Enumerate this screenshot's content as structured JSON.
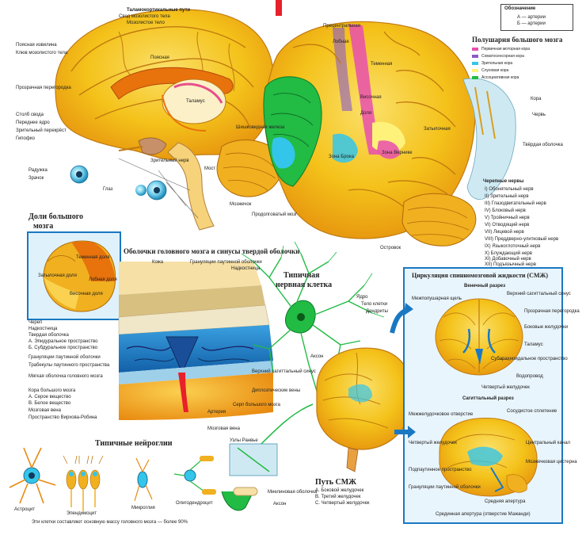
{
  "colors": {
    "brain_yellow": "#f4c21a",
    "brain_orange": "#f0a020",
    "frontal_pink": "#e84fae",
    "cyan": "#34c5ea",
    "green": "#22bb44",
    "panel_blue": "#1a78c2",
    "purple": "#8a5ac8"
  },
  "header": {
    "top_label": "Таламокортикальные пути",
    "legend_title": "Обозначение",
    "legend_a": "А — артерии",
    "legend_b": "Б — артерии"
  },
  "sagittal": {
    "labels": [
      "Свод мозолистого тела",
      "Мозолистое тело",
      "Поясная извилина",
      "Клюв мозолистого тела",
      "Поясная",
      "Прозрачная перегородка",
      "Столб свода",
      "Переднее ядро",
      "Зрительный перекрёст",
      "Гипофиз",
      "Радужка",
      "Зрачок",
      "Глаз",
      "Таламус",
      "Шишковидная железа",
      "Мозжечок",
      "Мост",
      "Продолговатый мозг",
      "Зрительный нерв"
    ]
  },
  "hemisphere": {
    "title": "Полушария большого мозга",
    "labels": [
      "Прецентральная",
      "Лобная",
      "Теменная",
      "Височная",
      "Затылочная",
      "Доля",
      "Зона Брока",
      "Зона Вернике",
      "Кора",
      "Червь",
      "Твёрдая оболочка",
      "Островок"
    ],
    "legend": [
      "Первичная моторная кора",
      "Соматосенсорная кора",
      "Зрительная кора",
      "Слуховая кора",
      "Ассоциативная кора"
    ]
  },
  "nerves": {
    "title": "Черепные нервы",
    "items": [
      "I) Обонятельный нерв",
      "II) Зрительный нерв",
      "III) Глазодвигательный нерв",
      "IV) Блоковый нерв",
      "V) Тройничный нерв",
      "VI) Отводящий нерв",
      "VII) Лицевой нерв",
      "VIII) Преддверно-улитковый нерв",
      "IX) Языкоглоточный нерв",
      "X) Блуждающий нерв",
      "XI) Добавочный нерв",
      "XII) Подъязычный нерв"
    ]
  },
  "lobes": {
    "title_line1": "Доли большого",
    "title_line2": "мозга",
    "labels": [
      "Теменная доля",
      "Лобная доля",
      "Затылочная доля",
      "Височная доля"
    ]
  },
  "meninges": {
    "title": "Оболочки головного мозга и синусы твердой оболочки",
    "left_labels": [
      "Череп",
      "Надкостница",
      "Твердая оболочка",
      "А. Эпидуральное пространство",
      "Б. Субдуральное пространство",
      "Грануляции паутинной оболочки",
      "Трабекулы паутинного пространства",
      "Мягкая оболочка головного мозга",
      "Кора большого мозга",
      "А. Серое вещество",
      "В. Белое вещество",
      "Мозговая вена",
      "Пространство Вирхова-Робина"
    ],
    "top_labels": [
      "Кожа",
      "Грануляции паутинной оболочки",
      "Надкостница"
    ],
    "inner_labels": [
      "Верхний сагиттальный синус",
      "Диплоэтические вены",
      "Артерия",
      "Серп большого мозга",
      "Мозговая вена"
    ]
  },
  "neuron_cell": {
    "title_line1": "Типичная",
    "title_line2": "нервная клетка",
    "labels": [
      "Ядро",
      "Тело клетки",
      "Дендриты",
      "Аксон",
      "Узлы Ранвье"
    ]
  },
  "neuroglia": {
    "title": "Типичные нейроглии",
    "labels": [
      "Астроцит",
      "Эпендимоцит",
      "Микроглия",
      "Олигодендроцит",
      "Миелиновая оболочка",
      "Аксон"
    ],
    "footnote": "Эти клетки составляют основную массу головного мозга — более 90%"
  },
  "csf_path": {
    "title": "Путь СМЖ",
    "items": [
      "А. Боковой желудочек",
      "В. Третий желудочек",
      "С. Четвертый желудочек"
    ]
  },
  "circulation": {
    "title": "Циркуляция спинномозговой жидкости (СМЖ)",
    "section1": "Венечный разрез",
    "section2": "Сагиттальный разрез",
    "labels1": [
      "Межполушарная щель",
      "Верхний сагиттальный синус",
      "Прозрачная перегородка",
      "Боковые желудочки",
      "Таламус",
      "Субарахноидальное пространство",
      "Водопровод",
      "Четвертый желудочек"
    ],
    "labels2": [
      "Сосудистое сплетение",
      "Межжелудочковое отверстие",
      "Четвертый желудочек",
      "Центральный канал",
      "Мозжечковая цистерна",
      "Подпаутинное пространство",
      "Грануляции паутинной оболочки",
      "Средняя апертура"
    ],
    "footer": "Срединная апертура (отверстие Мажанди)"
  }
}
